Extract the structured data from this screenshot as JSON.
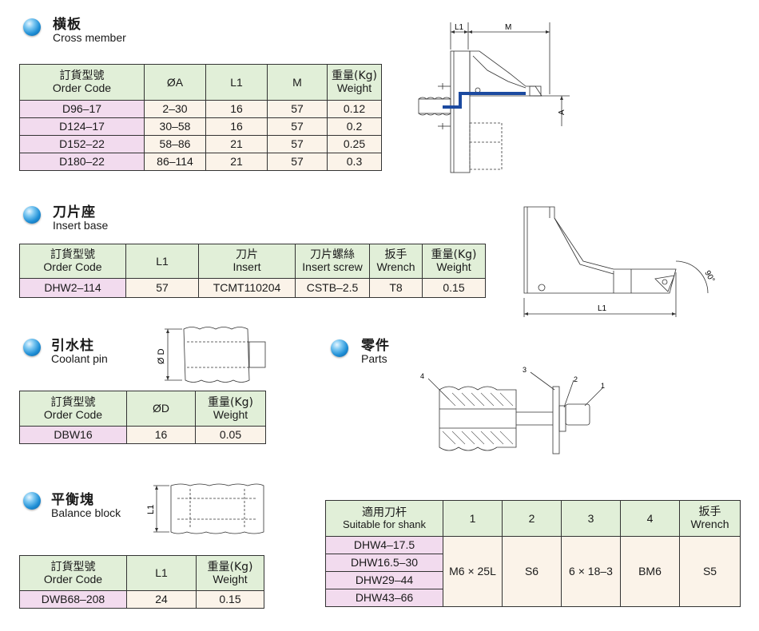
{
  "cross_member": {
    "title_cn": "横板",
    "title_en": "Cross member",
    "headers": [
      {
        "cn": "訂貨型號",
        "en": "Order Code"
      },
      {
        "cn": "",
        "en": "ØA"
      },
      {
        "cn": "",
        "en": "L1"
      },
      {
        "cn": "",
        "en": "M"
      },
      {
        "cn": "重量(Kg)",
        "en": "Weight"
      }
    ],
    "rows": [
      [
        "D96–17",
        "2–30",
        "16",
        "57",
        "0.12"
      ],
      [
        "D124–17",
        "30–58",
        "16",
        "57",
        "0.2"
      ],
      [
        "D152–22",
        "58–86",
        "21",
        "57",
        "0.25"
      ],
      [
        "D180–22",
        "86–114",
        "21",
        "57",
        "0.3"
      ]
    ],
    "drawing_labels": {
      "l1": "L1",
      "m": "M",
      "a": "A"
    }
  },
  "insert_base": {
    "title_cn": "刀片座",
    "title_en": "Insert base",
    "headers": [
      {
        "cn": "訂貨型號",
        "en": "Order Code"
      },
      {
        "cn": "",
        "en": "L1"
      },
      {
        "cn": "刀片",
        "en": "Insert"
      },
      {
        "cn": "刀片螺絲",
        "en": "Insert screw"
      },
      {
        "cn": "扳手",
        "en": "Wrench"
      },
      {
        "cn": "重量(Kg)",
        "en": "Weight"
      }
    ],
    "rows": [
      [
        "DHW2–114",
        "57",
        "TCMT110204",
        "CSTB–2.5",
        "T8",
        "0.15"
      ]
    ],
    "drawing_labels": {
      "angle": "90°",
      "l1": "L1"
    }
  },
  "coolant_pin": {
    "title_cn": "引水柱",
    "title_en": "Coolant pin",
    "headers": [
      {
        "cn": "訂貨型號",
        "en": "Order Code"
      },
      {
        "cn": "",
        "en": "ØD"
      },
      {
        "cn": "重量(Kg)",
        "en": "Weight"
      }
    ],
    "rows": [
      [
        "DBW16",
        "16",
        "0.05"
      ]
    ],
    "drawing_labels": {
      "d": "Ø D"
    }
  },
  "parts": {
    "title_cn": "零件",
    "title_en": "Parts",
    "callouts": [
      "1",
      "2",
      "3",
      "4"
    ],
    "header_shank": {
      "cn": "適用刀杆",
      "en": "Suitable for shank"
    },
    "col_headers": [
      "1",
      "2",
      "3",
      "4"
    ],
    "header_wrench": {
      "cn": "扳手",
      "en": "Wrench"
    },
    "shanks": [
      "DHW4–17.5",
      "DHW16.5–30",
      "DHW29–44",
      "DHW43–66"
    ],
    "values": [
      "M6 × 25L",
      "S6",
      "6 × 18–3",
      "BM6",
      "S5"
    ]
  },
  "balance_block": {
    "title_cn": "平衡塊",
    "title_en": "Balance block",
    "headers": [
      {
        "cn": "訂貨型號",
        "en": "Order Code"
      },
      {
        "cn": "",
        "en": "L1"
      },
      {
        "cn": "重量(Kg)",
        "en": "Weight"
      }
    ],
    "rows": [
      [
        "DWB68–208",
        "24",
        "0.15"
      ]
    ],
    "drawing_labels": {
      "l1": "L1"
    }
  },
  "colors": {
    "header_bg": "#e1efd8",
    "code_bg": "#f2dbee",
    "value_bg": "#fbf3e9",
    "bullet": "#1f8fd6",
    "coolant_channel": "#1c4aa0"
  }
}
